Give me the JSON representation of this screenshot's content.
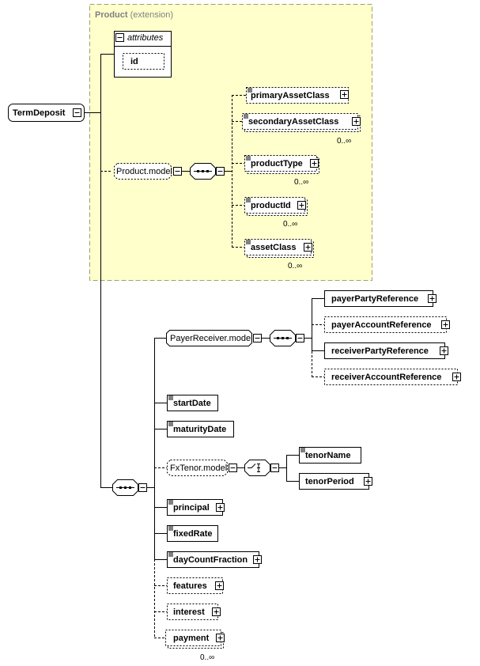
{
  "extension": {
    "title": "Product",
    "subtitle": "(extension)"
  },
  "attributes": {
    "title": "attributes",
    "id_attr": "id"
  },
  "root": {
    "name": "TermDeposit"
  },
  "product_model": {
    "name": "Product.model",
    "elements": [
      {
        "name": "primaryAssetClass",
        "card": ""
      },
      {
        "name": "secondaryAssetClass",
        "card": "0..∞"
      },
      {
        "name": "productType",
        "card": "0..∞"
      },
      {
        "name": "productId",
        "card": "0..∞"
      },
      {
        "name": "assetClass",
        "card": "0..∞"
      }
    ]
  },
  "payer_receiver": {
    "name": "PayerReceiver.model",
    "elements": [
      {
        "name": "payerPartyReference"
      },
      {
        "name": "payerAccountReference"
      },
      {
        "name": "receiverPartyReference"
      },
      {
        "name": "receiverAccountReference"
      }
    ]
  },
  "seq_elements": {
    "startDate": "startDate",
    "maturityDate": "maturityDate",
    "principal": "principal",
    "fixedRate": "fixedRate",
    "dayCountFraction": "dayCountFraction",
    "features": "features",
    "interest": "interest",
    "payment": "payment",
    "payment_card": "0..∞"
  },
  "fx_tenor": {
    "name": "FxTenor.model",
    "elements": [
      {
        "name": "tenorName"
      },
      {
        "name": "tenorPeriod"
      }
    ]
  },
  "colors": {
    "extension_fill": "#ffffcc",
    "extension_border": "#a0a070"
  }
}
